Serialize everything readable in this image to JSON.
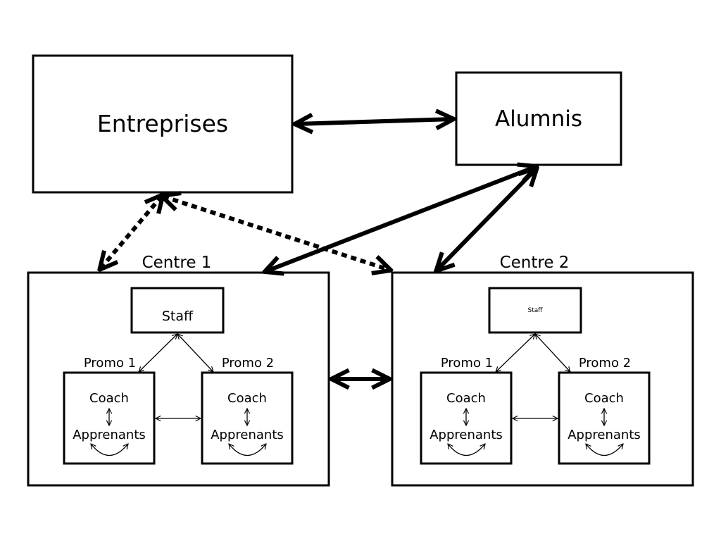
{
  "diagram": {
    "top": {
      "entreprises": "Entreprises",
      "alumnis": "Alumnis"
    },
    "centres": [
      {
        "title": "Centre 1",
        "staff": "Staff",
        "promos": [
          {
            "title": "Promo 1",
            "coach": "Coach",
            "learners": "Apprenants"
          },
          {
            "title": "Promo 2",
            "coach": "Coach",
            "learners": "Apprenants"
          }
        ]
      },
      {
        "title": "Centre 2",
        "staff": "Staff",
        "promos": [
          {
            "title": "Promo 1",
            "coach": "Coach",
            "learners": "Apprenants"
          },
          {
            "title": "Promo 2",
            "coach": "Coach",
            "learners": "Apprenants"
          }
        ]
      }
    ]
  }
}
